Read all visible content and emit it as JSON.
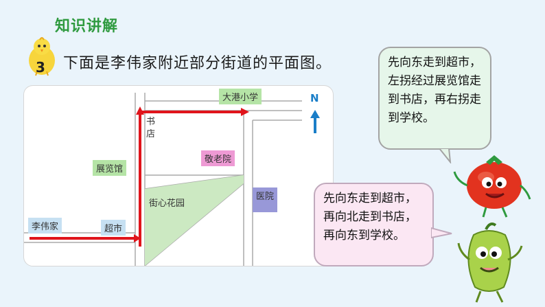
{
  "heading": "知识讲解",
  "problem": {
    "number": "3",
    "statement": "下面是李伟家附近部分街道的平面图。"
  },
  "map": {
    "labels": {
      "school": "大港小学",
      "bookstore": "书\n店",
      "exhibition_hall": "展览馆",
      "nursing_home": "敬老院",
      "garden": "街心花园",
      "hospital": "医院",
      "home": "李伟家",
      "supermarket": "超市"
    },
    "compass": "N"
  },
  "bubbles": {
    "tomato_text": "先向东走到超市，左拐经过展览馆走到书店，再右拐走到学校。",
    "pepper_text": "先向东走到超市，再向北走到书店，再向东到学校。"
  },
  "colors": {
    "heading": "#2f9a3f",
    "route": "#e0141b",
    "compass": "#1a7ec8"
  },
  "icons": [
    "chick-icon",
    "tomato-character-icon",
    "pepper-character-icon",
    "north-arrow-icon"
  ]
}
